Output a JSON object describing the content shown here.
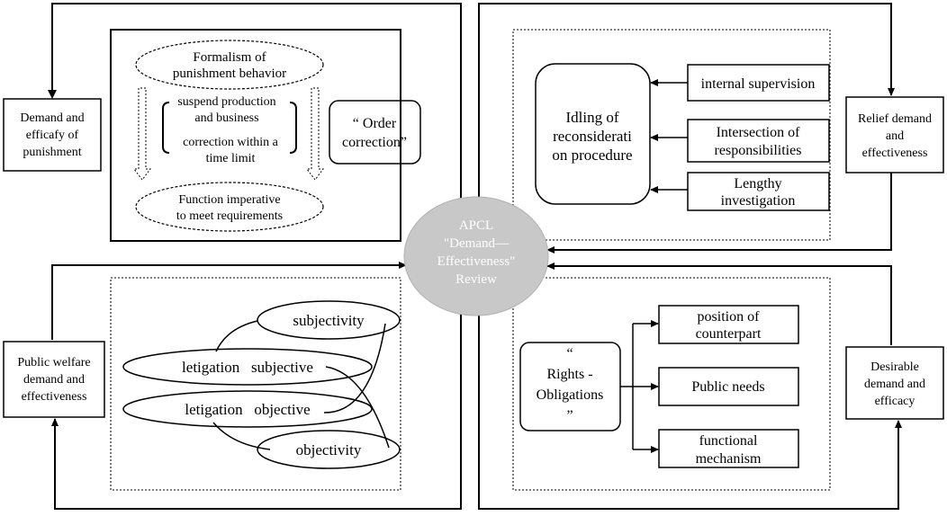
{
  "center": {
    "lines": [
      "APCL",
      "\"Demand—",
      "Effectiveness\"",
      "Review"
    ]
  },
  "left_top": {
    "side_label": [
      "Demand and",
      "efficafy of",
      "punishment"
    ],
    "formalism": [
      "Formalism of",
      "punishment behavior"
    ],
    "suspend": [
      "suspend production",
      "and business"
    ],
    "correction": [
      "correction within a",
      "time limit"
    ],
    "order": [
      "“ Order",
      "correction”"
    ],
    "function": [
      "Function imperative",
      "to meet requirements"
    ]
  },
  "right_top": {
    "side_label": [
      "Relief demand",
      "and",
      "effectiveness"
    ],
    "idling": [
      "Idling of",
      "reconsiderati",
      "on procedure"
    ],
    "internal": [
      "internal supervision"
    ],
    "intersection": [
      "Intersection of",
      "responsibilities"
    ],
    "lengthy": [
      "Lengthy",
      "investigation"
    ]
  },
  "left_bottom": {
    "side_label": [
      "Public welfare",
      "demand and",
      "effectiveness"
    ],
    "subjectivity": "subjectivity",
    "letigation_subjective": "letigation   subjective",
    "letigation_objective": "letigation   objective",
    "objectivity": "objectivity"
  },
  "right_bottom": {
    "side_label": [
      "Desirable",
      "demand and",
      "efficacy"
    ],
    "rights": [
      "“",
      "Rights -",
      "Obligations",
      "”"
    ],
    "position": [
      "position of",
      "counterpart"
    ],
    "public_needs": [
      "Public needs"
    ],
    "functional": [
      "functional",
      "mechanism"
    ]
  },
  "colors": {
    "line": "#000000",
    "center_fill": "#c8c8c8",
    "center_text": "#ffffff"
  }
}
